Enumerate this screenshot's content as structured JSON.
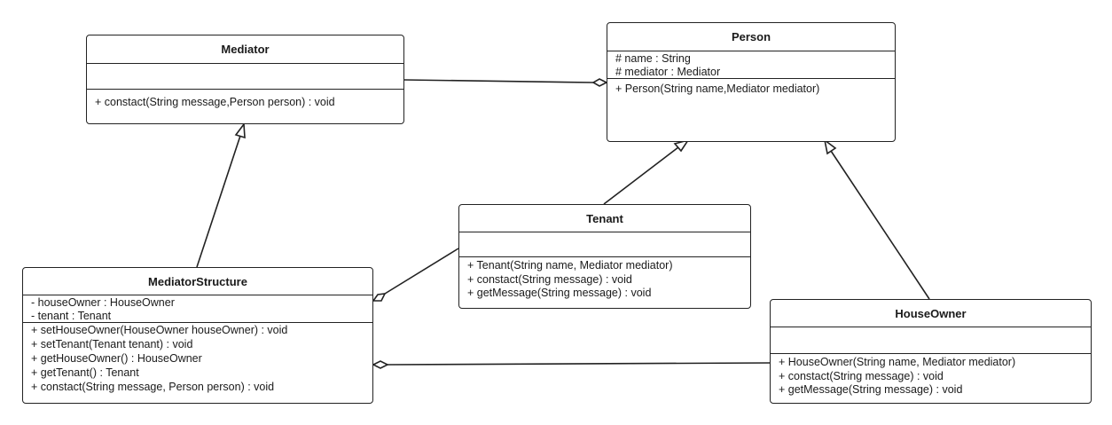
{
  "classes": {
    "mediator": {
      "name": "Mediator",
      "attributes": [],
      "operations": [
        "+ constact(String message,Person person) : void"
      ]
    },
    "person": {
      "name": "Person",
      "attributes": [
        "# name : String",
        "# mediator : Mediator"
      ],
      "operations": [
        "+ Person(String name,Mediator mediator)"
      ]
    },
    "tenant": {
      "name": "Tenant",
      "attributes": [],
      "operations": [
        "+ Tenant(String name, Mediator mediator)",
        "+ constact(String message) : void",
        "+ getMessage(String message) : void"
      ]
    },
    "mediator_structure": {
      "name": "MediatorStructure",
      "attributes": [
        "- houseOwner : HouseOwner",
        "- tenant : Tenant"
      ],
      "operations": [
        "+ setHouseOwner(HouseOwner houseOwner) : void",
        "+ setTenant(Tenant tenant) : void",
        "+ getHouseOwner() : HouseOwner",
        "+ getTenant() : Tenant",
        "+ constact(String message, Person person) : void"
      ]
    },
    "house_owner": {
      "name": "HouseOwner",
      "attributes": [],
      "operations": [
        "+ HouseOwner(String name, Mediator mediator)",
        "+ constact(String message) : void",
        "+ getMessage(String message) : void"
      ]
    }
  },
  "relationships": [
    {
      "type": "aggregation",
      "from": "mediator",
      "to": "person"
    },
    {
      "type": "inheritance",
      "from": "mediator_structure",
      "to": "mediator"
    },
    {
      "type": "inheritance",
      "from": "tenant",
      "to": "person"
    },
    {
      "type": "inheritance",
      "from": "house_owner",
      "to": "person"
    },
    {
      "type": "aggregation",
      "from": "tenant",
      "to": "mediator_structure"
    },
    {
      "type": "aggregation",
      "from": "house_owner",
      "to": "mediator_structure"
    }
  ]
}
